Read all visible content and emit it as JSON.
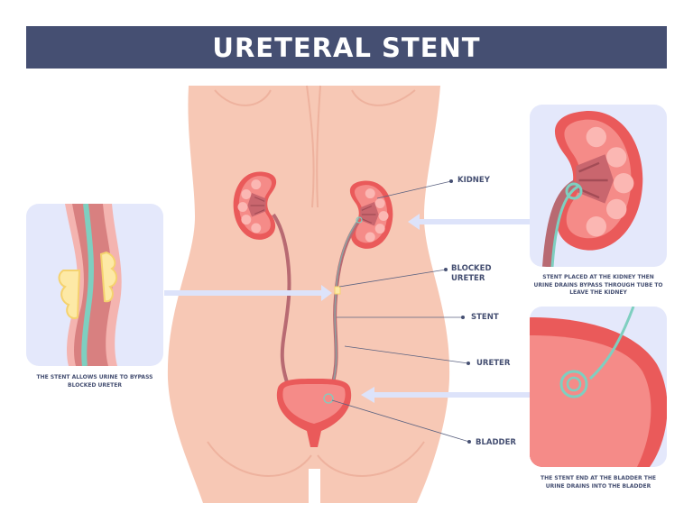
{
  "title": "URETERAL STENT",
  "labels": {
    "kidney": "KIDNEY",
    "blocked_ureter_line1": "BLOCKED",
    "blocked_ureter_line2": "URETER",
    "stent": "STENT",
    "ureter": "URETER",
    "bladder": "BLADDER"
  },
  "captions": {
    "left": [
      "THE STENT ALLOWS URINE TO BYPASS",
      "BLOCKED URETER"
    ],
    "top_right": [
      "STENT PLACED AT THE KIDNEY THEN",
      "URINE DRAINS BYPASS THROUGH TUBE TO",
      "LEAVE THE KIDNEY"
    ],
    "bottom_right": [
      "THE STENT END AT THE BLADDER THE",
      "URINE DRAINS INTO THE BLADDER"
    ]
  },
  "colors": {
    "title_bar": "#454f72",
    "text": "#454f72",
    "skin": "#f7c8b5",
    "panel": "#e4e8fb",
    "kidney": "#f06b6b",
    "stent": "#7ecfc0",
    "arrow": "#dde3fa"
  }
}
